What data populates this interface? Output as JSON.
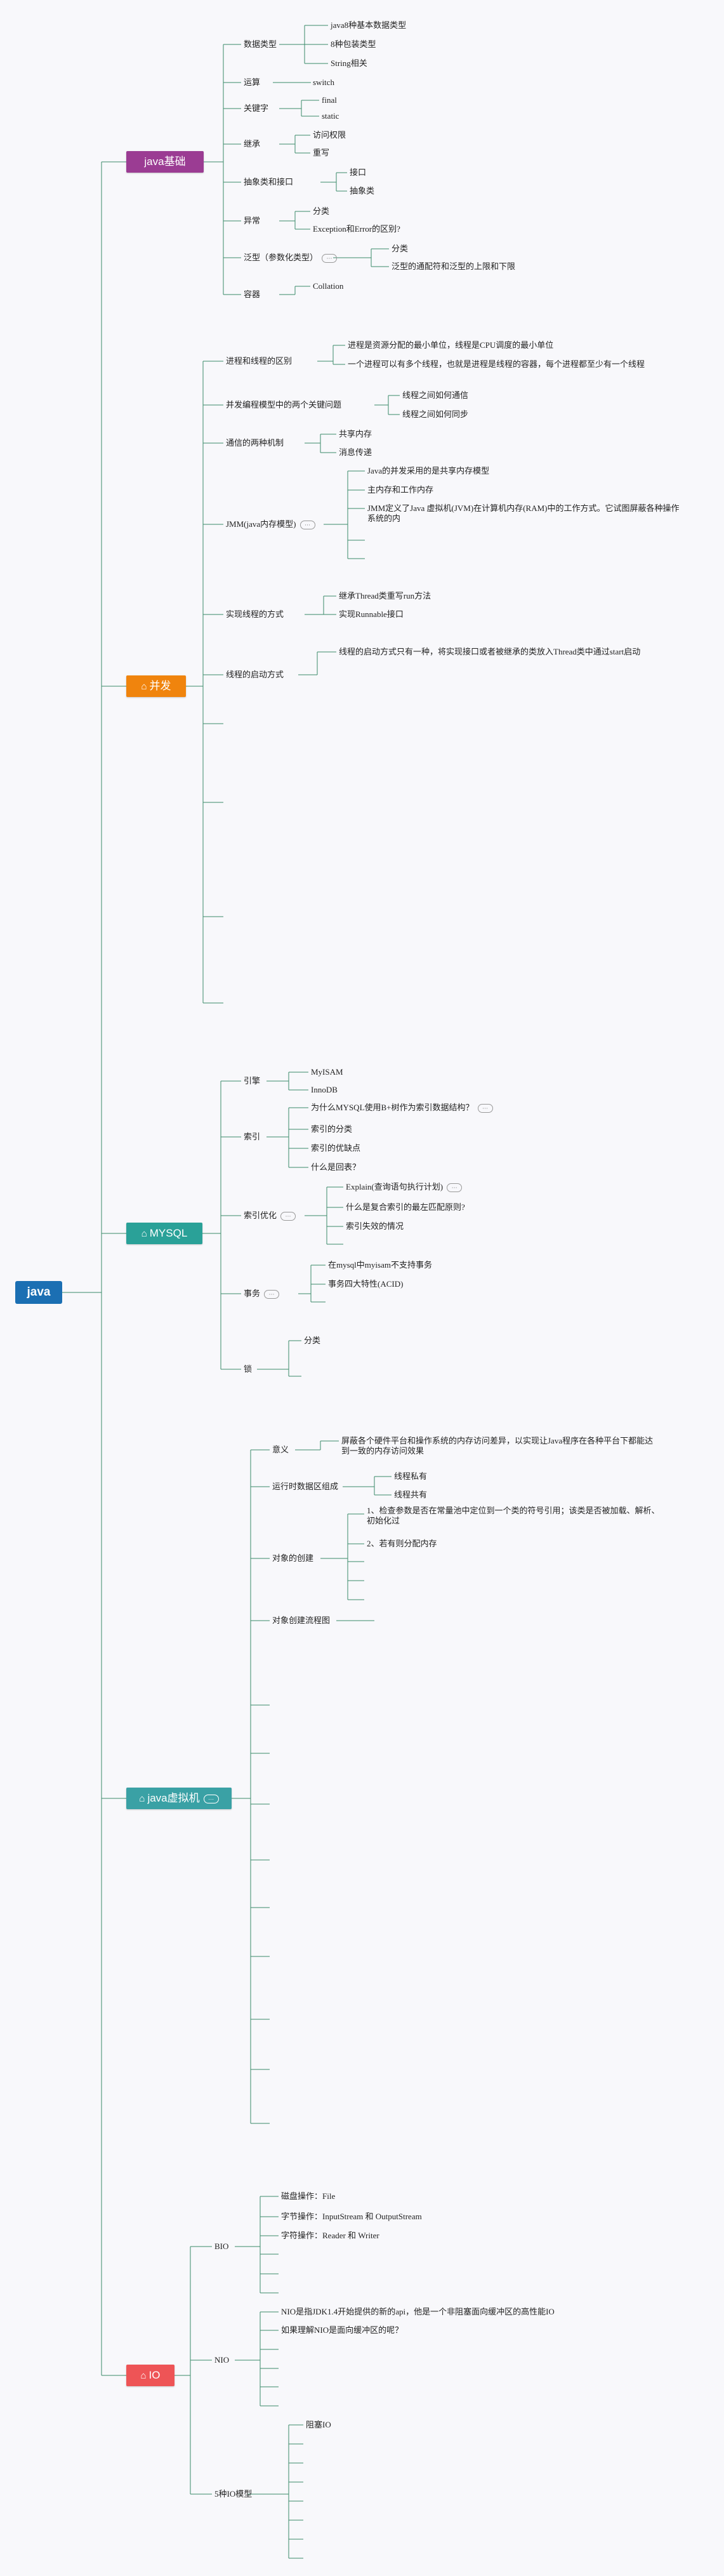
{
  "root": "java",
  "java_basics": {
    "title": "java基础",
    "data_types": {
      "label": "数据类型",
      "items": [
        "java8种基本数据类型",
        "8种包装类型",
        "String相关"
      ]
    },
    "operators": {
      "label": "运算",
      "items": [
        "switch"
      ]
    },
    "keywords": {
      "label": "关键字",
      "items": [
        "final",
        "static"
      ]
    },
    "inheritance": {
      "label": "继承",
      "items": [
        "访问权限",
        "重写"
      ]
    },
    "abstract": {
      "label": "抽象类和接口",
      "items": [
        "接口",
        "抽象类"
      ]
    },
    "exception": {
      "label": "异常",
      "items": [
        "分类",
        "Exception和Error的区别?"
      ]
    },
    "generics": {
      "label": "泛型（参数化类型）",
      "items": [
        "分类",
        "泛型的通配符和泛型的上限和下限"
      ]
    },
    "container": {
      "label": "容器",
      "items": [
        "Collation"
      ]
    }
  },
  "concurrency": {
    "title": "并发",
    "process_thread": {
      "label": "进程和线程的区别",
      "items": [
        "进程是资源分配的最小单位，线程是CPU调度的最小单位",
        "一个进程可以有多个线程，也就是进程是线程的容器，每个进程都至少有一个线程"
      ]
    },
    "key_issues": {
      "label": "并发编程模型中的两个关键问题",
      "items": [
        "线程之间如何通信",
        "线程之间如何同步"
      ]
    },
    "comm": {
      "label": "通信的两种机制",
      "items": [
        "共享内存",
        "消息传递"
      ]
    },
    "jmm": {
      "label": "JMM(java内存模型)",
      "items": [
        "Java的并发采用的是共享内存模型",
        "主内存和工作内存",
        "JMM定义了Java 虚拟机(JVM)在计算机内存(RAM)中的工作方式。它试图屏蔽各种操作系统的内"
      ]
    },
    "impl": {
      "label": "实现线程的方式",
      "items": [
        "继承Thread类重写run方法",
        "实现Runnable接口"
      ]
    },
    "start": {
      "label": "线程的启动方式",
      "items": [
        "线程的启动方式只有一种，将实现接口或者被继承的类放入Thread类中通过start启动"
      ]
    }
  },
  "mysql": {
    "title": "MYSQL",
    "engine": {
      "label": "引擎",
      "items": [
        "MyISAM",
        "InnoDB"
      ]
    },
    "index": {
      "label": "索引",
      "items": [
        "为什么MYSQL使用B+树作为索引数据结构？",
        "索引的分类",
        "索引的优缺点",
        "什么是回表？"
      ]
    },
    "index_opt": {
      "label": "索引优化",
      "items": [
        "Explain(查询语句执行计划)",
        "什么是复合索引的最左匹配原则?",
        "索引失效的情况"
      ]
    },
    "transaction": {
      "label": "事务",
      "items": [
        "在mysql中myisam不支持事务",
        "事务四大特性(ACID)"
      ]
    },
    "lock": {
      "label": "锁",
      "items": [
        "分类"
      ]
    }
  },
  "jvm": {
    "title": "java虚拟机",
    "meaning": {
      "label": "意义",
      "items": [
        "屏蔽各个硬件平台和操作系统的内存访问差异，以实现让Java程序在各种平台下都能达到一致的内存访问效果"
      ]
    },
    "runtime": {
      "label": "运行时数据区组成",
      "items": [
        "线程私有",
        "线程共有"
      ]
    },
    "creation": {
      "label": "对象的创建",
      "items": [
        "1、检查参数是否在常量池中定位到一个类的符号引用；该类是否被加载、解析、初始化过",
        "2、若有则分配内存"
      ]
    },
    "flow": {
      "label": "对象创建流程图"
    }
  },
  "io": {
    "title": "IO",
    "bio": {
      "label": "BIO",
      "items": [
        "磁盘操作：File",
        "字节操作：InputStream 和 OutputStream",
        "字符操作：Reader 和 Writer"
      ]
    },
    "nio": {
      "label": "NIO",
      "items": [
        "NIO是指JDK1.4开始提供的新的api，他是一个非阻塞面向缓冲区的高性能IO",
        "如果理解NIO是面向缓冲区的呢？"
      ]
    },
    "models": {
      "label": "5种IO模型",
      "items": [
        "阻塞IO"
      ]
    }
  },
  "colors": {
    "basics": "#9b3c93",
    "concurrency": "#f0840d",
    "mysql": "#2aa198",
    "jvm": "#3aa1a5",
    "io": "#ee5456",
    "root": "#1b6fb3",
    "line": "#3a8a6a"
  }
}
